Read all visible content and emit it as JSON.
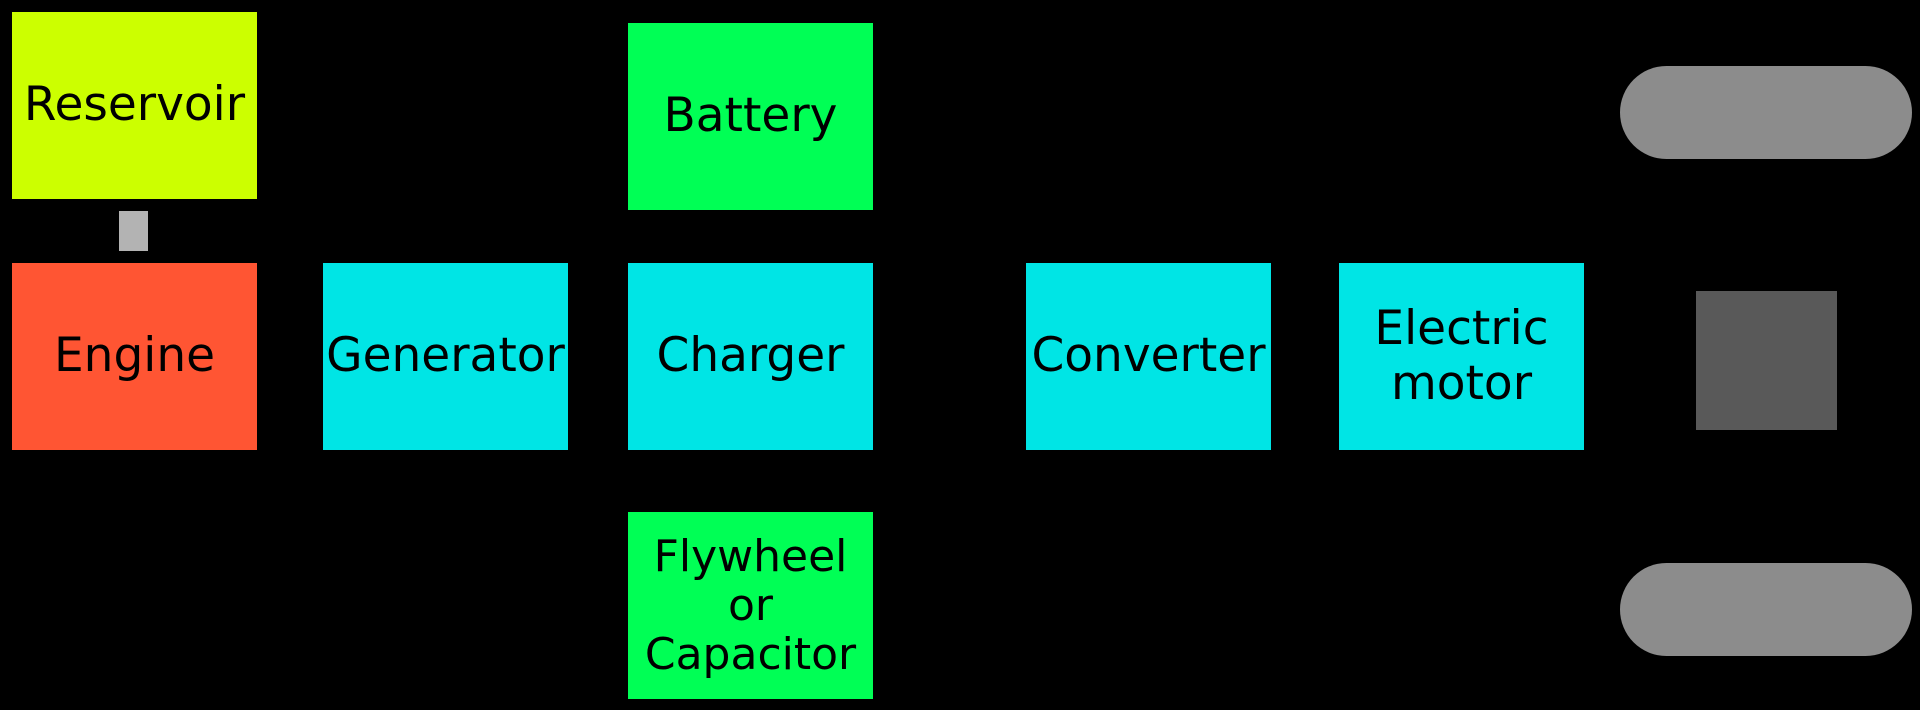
{
  "colors": {
    "background": "#000000",
    "fuel": "#ccff00",
    "engine": "#ff5533",
    "electric": "#00e5e5",
    "storage": "#00ff55",
    "connector": "#b3b3b3",
    "wheel": "#8c8c8c",
    "axle": "#595959"
  },
  "components": {
    "reservoir": "Reservoir",
    "engine": "Engine",
    "generator": "Generator",
    "battery": "Battery",
    "charger": "Charger",
    "flywheel": [
      "Flywheel",
      "or",
      "Capacitor"
    ],
    "converter": "Converter",
    "electric_motor": [
      "Electric",
      "motor"
    ]
  }
}
